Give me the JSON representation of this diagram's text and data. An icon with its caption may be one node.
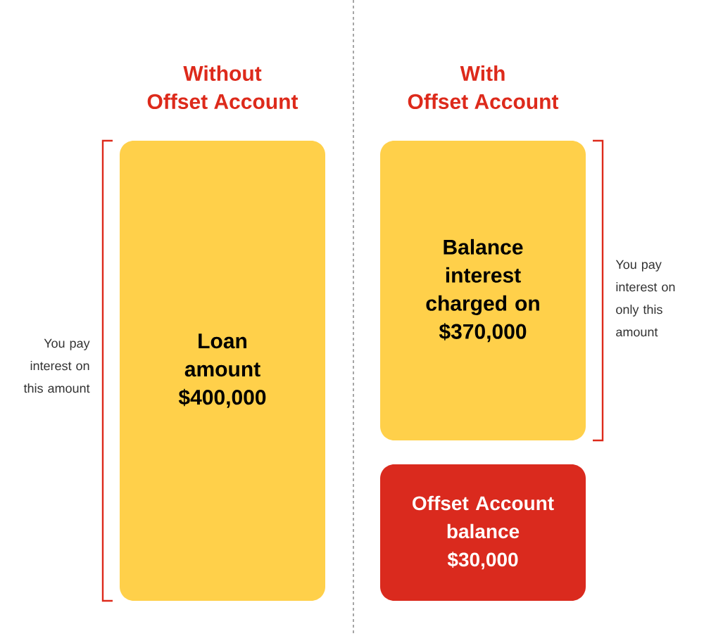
{
  "diagram": {
    "nodes": [
      {
        "text": [
          "Loan amount $400,000"
        ]
      },
      {
        "text": [
          "Balance interest charged on $370,000"
        ]
      },
      {
        "text": [
          "Offset Account balance $30,000"
        ]
      }
    ],
    "labels": [
      "Without",
      "Offset Account",
      "With",
      "Offset Account",
      "You pay interest on this amount",
      "You pay interest on only this amount"
    ]
  }
}
